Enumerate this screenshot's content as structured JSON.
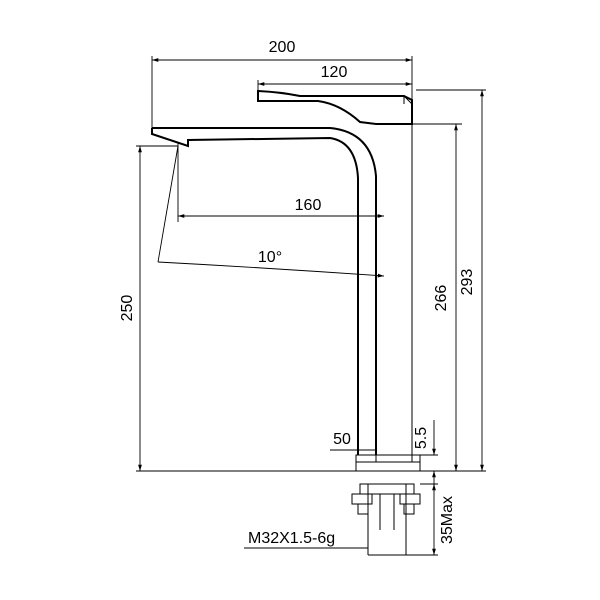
{
  "drawing": {
    "dimensions": {
      "total_width": "200",
      "lever_length": "120",
      "reach": "160",
      "angle": "10°",
      "spout_height": "250",
      "body_height": "266",
      "total_height": "293",
      "base_diameter": "50",
      "base_thickness": "5.5",
      "thread": "M32X1.5-6g",
      "max_counter_thickness": "35Max"
    },
    "colors": {
      "line": "#000000",
      "background": "#ffffff"
    }
  }
}
